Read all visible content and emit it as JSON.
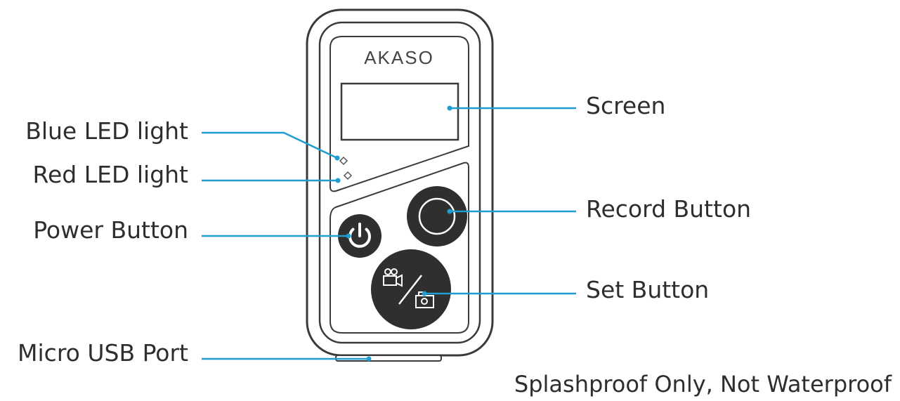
{
  "device": {
    "brand": "AKASO",
    "set_button_icons": [
      "video-camera-icon",
      "photo-camera-icon"
    ],
    "power_button_icon": "power-icon"
  },
  "callouts": {
    "screen": "Screen",
    "blue_led": "Blue LED light",
    "red_led": "Red LED light",
    "power_button": "Power Button",
    "record_button": "Record Button",
    "set_button": "Set Button",
    "micro_usb": "Micro USB Port"
  },
  "note": "Splashproof Only, Not Waterproof",
  "colors": {
    "leader": "#1f9dd0",
    "outline": "#3a3a3a",
    "button_fill": "#2f2f2f",
    "text": "#2e2e2e"
  }
}
